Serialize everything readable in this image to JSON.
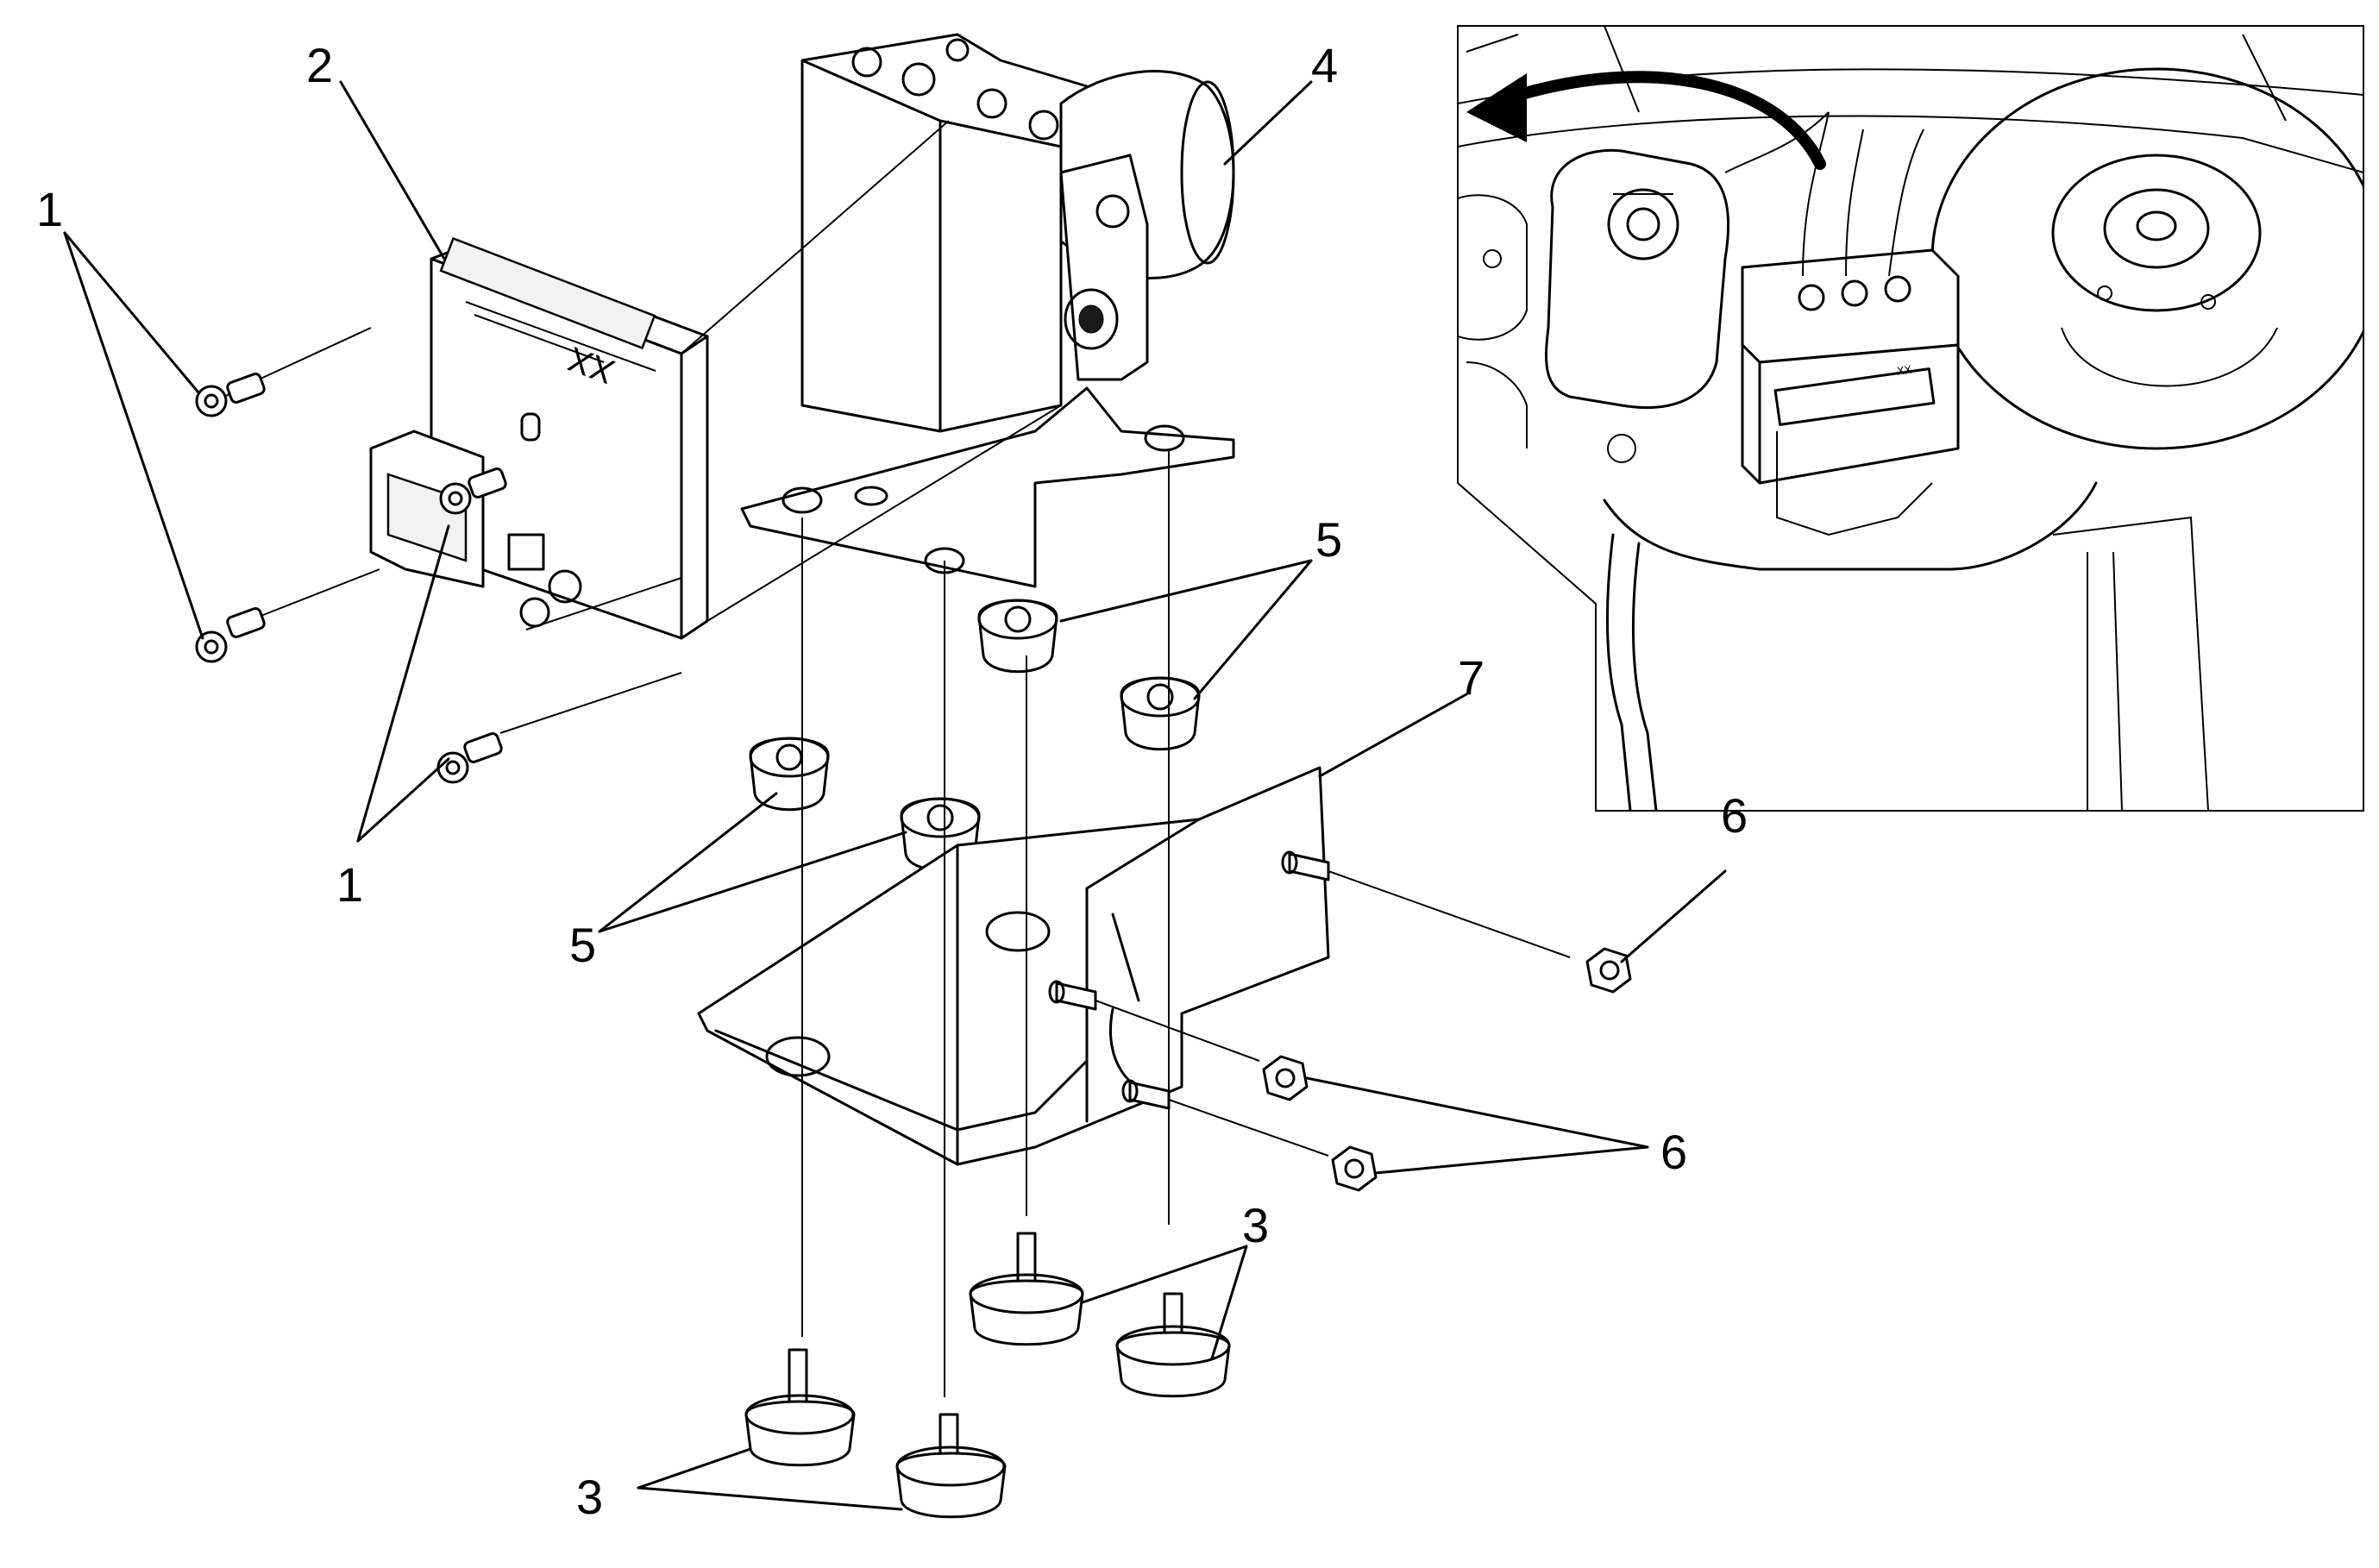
{
  "figure": {
    "exploded_view": {
      "callouts": [
        {
          "id": "c1a",
          "label": "1"
        },
        {
          "id": "c1b",
          "label": "1"
        },
        {
          "id": "c2",
          "label": "2"
        },
        {
          "id": "c3a",
          "label": "3"
        },
        {
          "id": "c3b",
          "label": "3"
        },
        {
          "id": "c4",
          "label": "4"
        },
        {
          "id": "c5a",
          "label": "5"
        },
        {
          "id": "c5b",
          "label": "5"
        },
        {
          "id": "c6a",
          "label": "6"
        },
        {
          "id": "c6b",
          "label": "6"
        },
        {
          "id": "c7",
          "label": "7"
        }
      ],
      "module_label_marking": "XX"
    },
    "inset_view": {
      "module_label_marking": "XX",
      "orientation_arrow": "curved-arrow-left"
    }
  }
}
